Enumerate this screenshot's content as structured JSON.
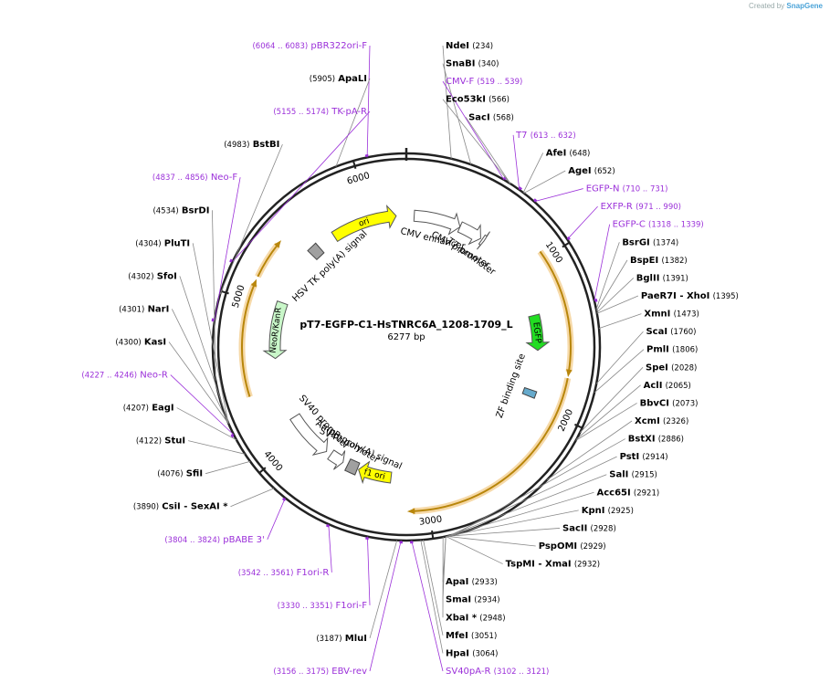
{
  "watermark": {
    "created_by": "Created by",
    "brand": "SnapGene"
  },
  "plasmid": {
    "name": "pT7-EGFP-C1-HsTNRC6A_1208-1709_L",
    "size": "6277 bp",
    "length": 6277
  },
  "ticks": [
    "1000",
    "2000",
    "3000",
    "4000",
    "5000",
    "6000"
  ],
  "features": [
    {
      "name": "EGFP",
      "start": 1327,
      "end": 1595,
      "color": "#22dd22",
      "direction": "cw",
      "label": "EGFP"
    },
    {
      "name": "ori",
      "start": 5700,
      "end": 6200,
      "color": "#ffff00",
      "direction": "cw",
      "label": "ori"
    },
    {
      "name": "f1 ori",
      "start": 3255,
      "end": 3510,
      "color": "#ffff00",
      "direction": "cw",
      "label": "f1 ori"
    },
    {
      "name": "NeoR/KanR",
      "start": 4620,
      "end": 5050,
      "color": "#c9f7c9",
      "direction": "ccw",
      "label": "NeoR/KanR"
    },
    {
      "name": "CMV enhancer",
      "start": 60,
      "end": 420,
      "color": "#ffffff",
      "direction": "cw",
      "label": "CMV enhancer"
    },
    {
      "name": "CMV promoter",
      "start": 420,
      "end": 600,
      "color": "#ffffff",
      "direction": "cw",
      "label": "CMV promoter"
    },
    {
      "name": "AmpR promoter",
      "start": 3640,
      "end": 3750,
      "color": "#ffffff",
      "direction": "ccw",
      "label": "AmpR promoter"
    },
    {
      "name": "SV40 promoter",
      "start": 3790,
      "end": 4150,
      "color": "#ffffff",
      "direction": "ccw",
      "label": "SV40 promoter"
    },
    {
      "name": "SV40 poly(A) signal",
      "start": 3520,
      "end": 3600,
      "color": "#a0a0a0",
      "direction": "none",
      "label": "SV40 poly(A) signal"
    },
    {
      "name": "HSV TK poly(A) signal",
      "start": 5480,
      "end": 5560,
      "color": "#a0a0a0",
      "direction": "none",
      "label": "HSV TK poly(A) signal"
    },
    {
      "name": "T7 promoter",
      "start": 613,
      "end": 632,
      "color": "#ffffff",
      "direction": "cw",
      "label": "T7 promoter"
    },
    {
      "name": "ZF binding site",
      "start": 1900,
      "end": 1950,
      "color": "#66aacc",
      "direction": "none",
      "label": "ZF binding site"
    }
  ],
  "orange_arcs": [
    {
      "start": 950,
      "end": 1720
    },
    {
      "start": 1760,
      "end": 3100
    },
    {
      "start": 4400,
      "end": 5100
    },
    {
      "start": 5150,
      "end": 5380
    }
  ],
  "sites": [
    {
      "name": "NdeI",
      "pos": "(234)",
      "kind": "enzyme"
    },
    {
      "name": "SnaBI",
      "pos": "(340)",
      "kind": "enzyme"
    },
    {
      "name": "CMV-F",
      "pos": "(519 .. 539)",
      "kind": "primer"
    },
    {
      "name": "Eco53kI",
      "pos": "(566)",
      "kind": "enzyme"
    },
    {
      "name": "SacI",
      "pos": "(568)",
      "kind": "enzyme"
    },
    {
      "name": "T7",
      "pos": "(613 .. 632)",
      "kind": "primer"
    },
    {
      "name": "AfeI",
      "pos": "(648)",
      "kind": "enzyme"
    },
    {
      "name": "AgeI",
      "pos": "(652)",
      "kind": "enzyme"
    },
    {
      "name": "EGFP-N",
      "pos": "(710 .. 731)",
      "kind": "primer"
    },
    {
      "name": "EXFP-R",
      "pos": "(971 .. 990)",
      "kind": "primer"
    },
    {
      "name": "EGFP-C",
      "pos": "(1318 .. 1339)",
      "kind": "primer"
    },
    {
      "name": "BsrGI",
      "pos": "(1374)",
      "kind": "enzyme"
    },
    {
      "name": "BspEI",
      "pos": "(1382)",
      "kind": "enzyme"
    },
    {
      "name": "BglII",
      "pos": "(1391)",
      "kind": "enzyme"
    },
    {
      "name": "PaeR7I - XhoI",
      "pos": "(1395)",
      "kind": "enzyme"
    },
    {
      "name": "XmnI",
      "pos": "(1473)",
      "kind": "enzyme"
    },
    {
      "name": "ScaI",
      "pos": "(1760)",
      "kind": "enzyme"
    },
    {
      "name": "PmlI",
      "pos": "(1806)",
      "kind": "enzyme"
    },
    {
      "name": "SpeI",
      "pos": "(2028)",
      "kind": "enzyme"
    },
    {
      "name": "AclI",
      "pos": "(2065)",
      "kind": "enzyme"
    },
    {
      "name": "BbvCI",
      "pos": "(2073)",
      "kind": "enzyme"
    },
    {
      "name": "XcmI",
      "pos": "(2326)",
      "kind": "enzyme"
    },
    {
      "name": "BstXI",
      "pos": "(2886)",
      "kind": "enzyme"
    },
    {
      "name": "PstI",
      "pos": "(2914)",
      "kind": "enzyme"
    },
    {
      "name": "SalI",
      "pos": "(2915)",
      "kind": "enzyme"
    },
    {
      "name": "Acc65I",
      "pos": "(2921)",
      "kind": "enzyme"
    },
    {
      "name": "KpnI",
      "pos": "(2925)",
      "kind": "enzyme"
    },
    {
      "name": "SacII",
      "pos": "(2928)",
      "kind": "enzyme"
    },
    {
      "name": "PspOMI",
      "pos": "(2929)",
      "kind": "enzyme"
    },
    {
      "name": "TspMI - XmaI",
      "pos": "(2932)",
      "kind": "enzyme"
    },
    {
      "name": "ApaI",
      "pos": "(2933)",
      "kind": "enzyme"
    },
    {
      "name": "SmaI",
      "pos": "(2934)",
      "kind": "enzyme"
    },
    {
      "name": "XbaI *",
      "pos": "(2948)",
      "kind": "enzyme"
    },
    {
      "name": "MfeI",
      "pos": "(3051)",
      "kind": "enzyme"
    },
    {
      "name": "HpaI",
      "pos": "(3064)",
      "kind": "enzyme"
    },
    {
      "name": "SV40pA-R",
      "pos": "(3102 .. 3121)",
      "kind": "primer"
    },
    {
      "name": "EBV-rev",
      "pos": "(3156 .. 3175)",
      "kind": "primer"
    },
    {
      "name": "MluI",
      "pos": "(3187)",
      "kind": "enzyme"
    },
    {
      "name": "F1ori-F",
      "pos": "(3330 .. 3351)",
      "kind": "primer"
    },
    {
      "name": "F1ori-R",
      "pos": "(3542 .. 3561)",
      "kind": "primer"
    },
    {
      "name": "pBABE 3'",
      "pos": "(3804 .. 3824)",
      "kind": "primer"
    },
    {
      "name": "CsiI - SexAI *",
      "pos": "(3890)",
      "kind": "enzyme"
    },
    {
      "name": "SfiI",
      "pos": "(4076)",
      "kind": "enzyme"
    },
    {
      "name": "StuI",
      "pos": "(4122)",
      "kind": "enzyme"
    },
    {
      "name": "EagI",
      "pos": "(4207)",
      "kind": "enzyme"
    },
    {
      "name": "Neo-R",
      "pos": "(4227 .. 4246)",
      "kind": "primer"
    },
    {
      "name": "KasI",
      "pos": "(4300)",
      "kind": "enzyme"
    },
    {
      "name": "NarI",
      "pos": "(4301)",
      "kind": "enzyme"
    },
    {
      "name": "SfoI",
      "pos": "(4302)",
      "kind": "enzyme"
    },
    {
      "name": "PluTI",
      "pos": "(4304)",
      "kind": "enzyme"
    },
    {
      "name": "BsrDI",
      "pos": "(4534)",
      "kind": "enzyme"
    },
    {
      "name": "Neo-F",
      "pos": "(4837 .. 4856)",
      "kind": "primer"
    },
    {
      "name": "BstBI",
      "pos": "(4983)",
      "kind": "enzyme"
    },
    {
      "name": "TK-pA-R",
      "pos": "(5155 .. 5174)",
      "kind": "primer"
    },
    {
      "name": "ApaLI",
      "pos": "(5905)",
      "kind": "enzyme"
    },
    {
      "name": "pBR322ori-F",
      "pos": "(6064 .. 6083)",
      "kind": "primer"
    }
  ]
}
